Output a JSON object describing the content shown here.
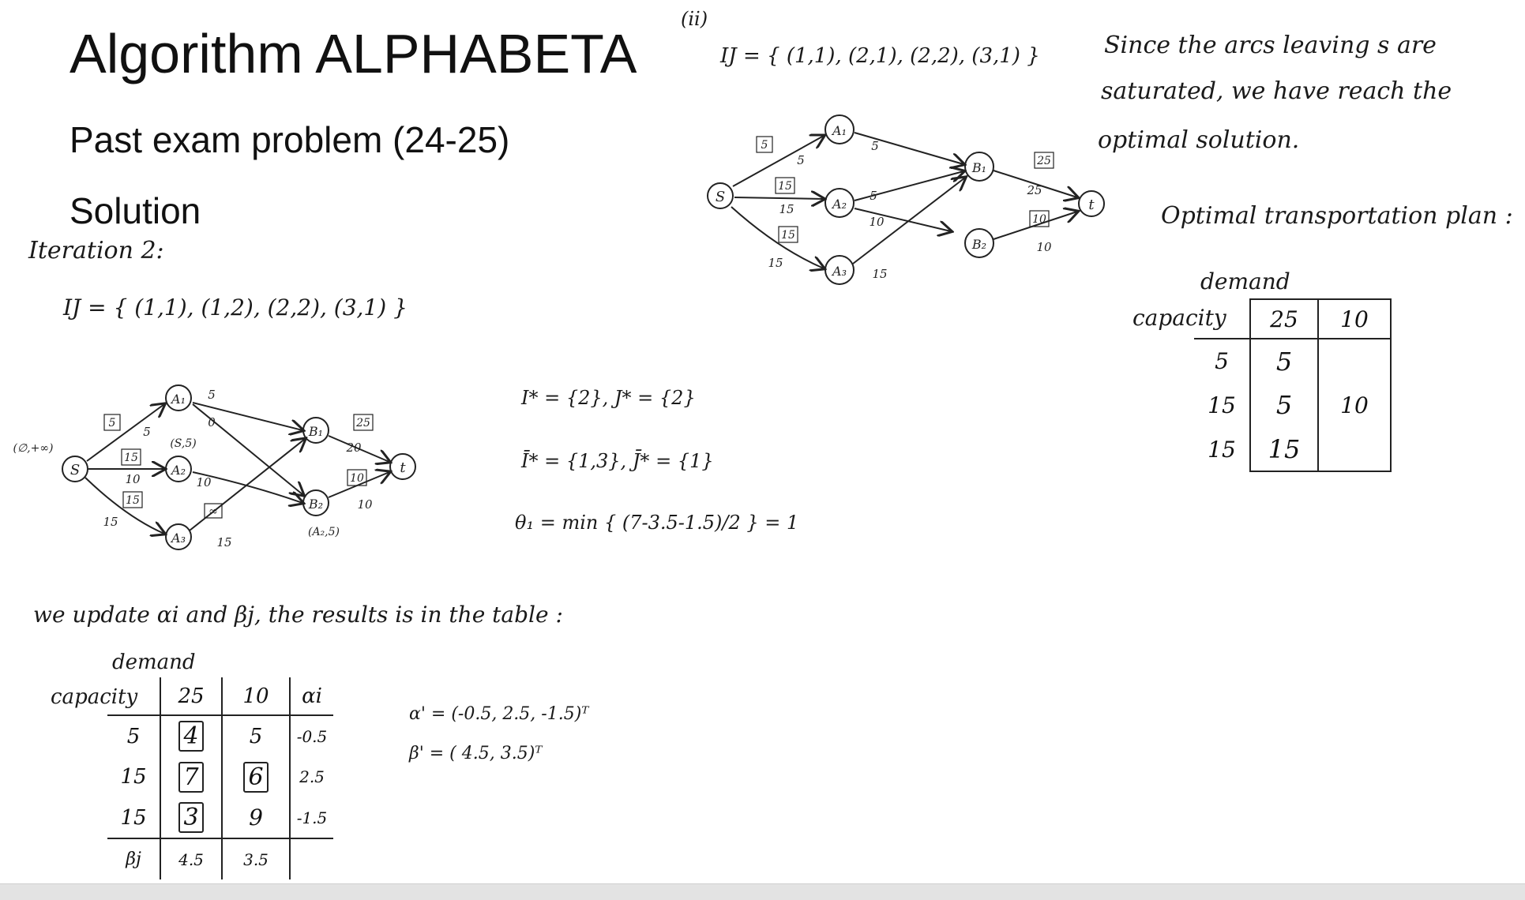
{
  "title": "Algorithm ALPHABETA",
  "subtitle": "Past exam problem (24-25)",
  "solution_label": "Solution",
  "left": {
    "iteration": "Iteration 2:",
    "ij_set": "IJ = { (1,1), (1,2), (2,2), (3,1) }",
    "start_label": "(∅,+∞)",
    "a2_label": "(S,5)",
    "b2_label": "(A₂,5)",
    "i_star": "I* = {2},   J* = {2}",
    "i_bar": "Ī* = {1,3},  J̄* = {1}",
    "theta": "θ₁ = min { (7-3.5-1.5)/2 } = 1",
    "update_text": "we update αi and βj, the results is in the table :",
    "alpha": "α' = (-0.5, 2.5, -1.5)ᵀ",
    "beta": "β' = ( 4.5, 3.5)ᵀ",
    "table": {
      "demand": "demand",
      "capacity": "capacity",
      "cols": [
        "25",
        "10",
        "αi"
      ],
      "rows": [
        {
          "cap": "5",
          "c1": "4",
          "c2": "5",
          "a": "-0.5"
        },
        {
          "cap": "15",
          "c1": "7",
          "c2": "6",
          "a": "2.5"
        },
        {
          "cap": "15",
          "c1": "3",
          "c2": "9",
          "a": "-1.5"
        }
      ],
      "beta_row": {
        "label": "βj",
        "v1": "4.5",
        "v2": "3.5"
      }
    }
  },
  "right": {
    "part": "(ii)",
    "ij_set": "IJ = { (1,1), (2,1), (2,2), (3,1) }",
    "conclusion": [
      "Since the arcs leaving s are",
      "saturated, we have reach the",
      "optimal solution."
    ],
    "plan_title": "Optimal transportation plan :",
    "table": {
      "demand": "demand",
      "capacity": "capacity",
      "cols": [
        "25",
        "10"
      ],
      "rows": [
        {
          "cap": "5",
          "c1": "5",
          "c2": ""
        },
        {
          "cap": "15",
          "c1": "5",
          "c2": "10"
        },
        {
          "cap": "15",
          "c1": "15",
          "c2": ""
        }
      ]
    }
  },
  "graph1": {
    "nodes": [
      "S",
      "A₁",
      "A₂",
      "A₃",
      "B₁",
      "B₂",
      "t"
    ],
    "caps": [
      "5",
      "15",
      "15",
      "25",
      "10",
      "∞"
    ],
    "flows": [
      "5",
      "10",
      "15",
      "5",
      "0",
      "10",
      "15",
      "20",
      "10"
    ]
  },
  "graph2": {
    "nodes": [
      "S",
      "A₁",
      "A₂",
      "A₃",
      "B₁",
      "B₂",
      "t"
    ],
    "caps": [
      "5",
      "15",
      "15",
      "25",
      "10"
    ],
    "flows": [
      "5",
      "15",
      "15",
      "5",
      "5",
      "10",
      "15",
      "25",
      "10"
    ]
  }
}
